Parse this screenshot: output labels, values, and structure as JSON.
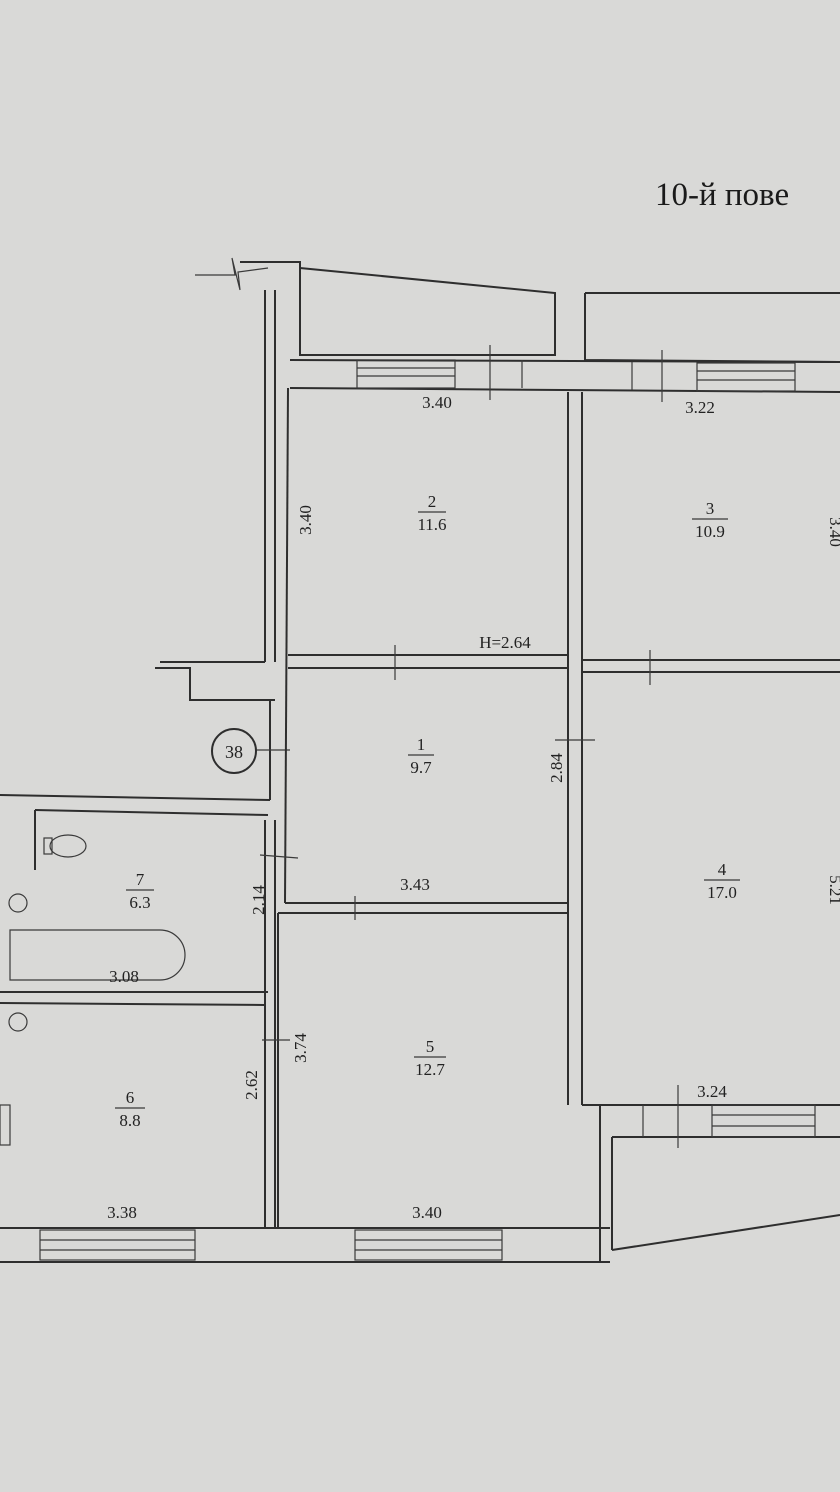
{
  "title": "10-й пове",
  "ceiling_height": "H=2.64",
  "apartment_number": "38",
  "rooms": [
    {
      "number": "1",
      "area": "9.7"
    },
    {
      "number": "2",
      "area": "11.6"
    },
    {
      "number": "3",
      "area": "10.9"
    },
    {
      "number": "4",
      "area": "17.0"
    },
    {
      "number": "5",
      "area": "12.7"
    },
    {
      "number": "6",
      "area": "8.8"
    },
    {
      "number": "7",
      "area": "6.3"
    }
  ],
  "dimensions": {
    "room2_width": "3.40",
    "room2_height": "3.40",
    "room3_width": "3.22",
    "room3_height": "3.40",
    "room1_width": "3.43",
    "room1_height": "2.84",
    "room4_width": "3.24",
    "room4_height": "5.21",
    "room5_width": "3.40",
    "room5_height": "3.74",
    "room6_width": "3.38",
    "room6_height": "2.62",
    "room7_width": "3.08",
    "room7_height": "2.14"
  }
}
